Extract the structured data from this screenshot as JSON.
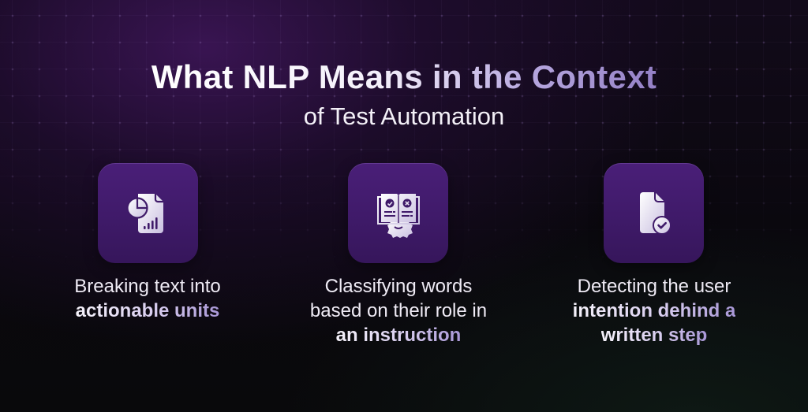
{
  "colors": {
    "background": "#0a080e",
    "glow_purple": "#40165c",
    "card_fill": "#4a1f78",
    "title_white": "#ffffff",
    "title_lavender": "#9481c6",
    "icon_fill": "#e8e2f2"
  },
  "header": {
    "title_part1": "What NLP Means in the Context",
    "subtitle": "of Test Automation"
  },
  "cards": [
    {
      "icon": "document-chart-icon",
      "caption_plain": "Breaking text into",
      "caption_bold": "actionable units"
    },
    {
      "icon": "open-book-gear-icon",
      "caption_plain_line1": "Classifying words",
      "caption_plain_line2": "based on their role in",
      "caption_bold": "an instruction"
    },
    {
      "icon": "document-check-icon",
      "caption_plain": "Detecting the user",
      "caption_bold_line1": "intention dehind a",
      "caption_bold_line2": "written step"
    }
  ]
}
